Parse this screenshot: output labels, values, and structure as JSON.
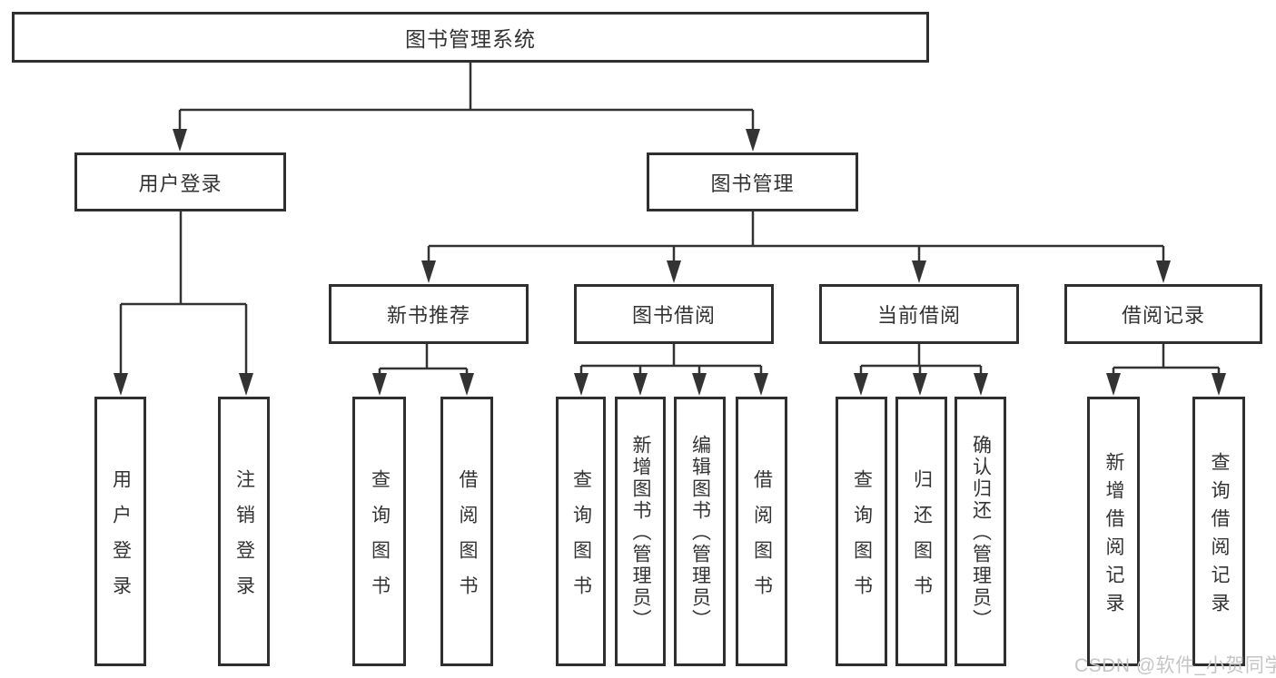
{
  "diagram": {
    "type": "hierarchy-tree",
    "root": {
      "label": "图书管理系统"
    },
    "level2": {
      "user_login": {
        "label": "用户登录"
      },
      "book_management": {
        "label": "图书管理"
      }
    },
    "level3": {
      "new_book_recommend": {
        "label": "新书推荐",
        "parent": "图书管理"
      },
      "book_borrowing": {
        "label": "图书借阅",
        "parent": "图书管理"
      },
      "current_borrowing": {
        "label": "当前借阅",
        "parent": "图书管理"
      },
      "borrowing_records": {
        "label": "借阅记录",
        "parent": "图书管理"
      }
    },
    "leaves": {
      "user_login": {
        "label": "用户登录",
        "parent": "用户登录"
      },
      "logout": {
        "label": "注销登录",
        "parent": "用户登录"
      },
      "nbr_query_books": {
        "label": "查询图书",
        "parent": "新书推荐"
      },
      "nbr_borrow_books": {
        "label": "借阅图书",
        "parent": "新书推荐"
      },
      "bb_query_books": {
        "label": "查询图书",
        "parent": "图书借阅"
      },
      "bb_add_books": {
        "label": "新增图书（管理员）",
        "parent": "图书借阅"
      },
      "bb_edit_books": {
        "label": "编辑图书（管理员）",
        "parent": "图书借阅"
      },
      "bb_borrow_books": {
        "label": "借阅图书",
        "parent": "图书借阅"
      },
      "cb_query_books": {
        "label": "查询图书",
        "parent": "当前借阅"
      },
      "cb_return_books": {
        "label": "归还图书",
        "parent": "当前借阅"
      },
      "cb_confirm_return": {
        "label": "确认归还（管理员）",
        "parent": "当前借阅"
      },
      "br_add_record": {
        "label": "新增借阅记录",
        "parent": "借阅记录"
      },
      "br_query_record": {
        "label": "查询借阅记录",
        "parent": "借阅记录"
      }
    },
    "colors": {
      "line": "#333333",
      "box_border": "#2f2f2f",
      "text": "#333333",
      "background": "#ffffff",
      "watermark": "#c5c5c5"
    }
  },
  "watermark": {
    "text": "CSDN @软件_小贺同学"
  }
}
